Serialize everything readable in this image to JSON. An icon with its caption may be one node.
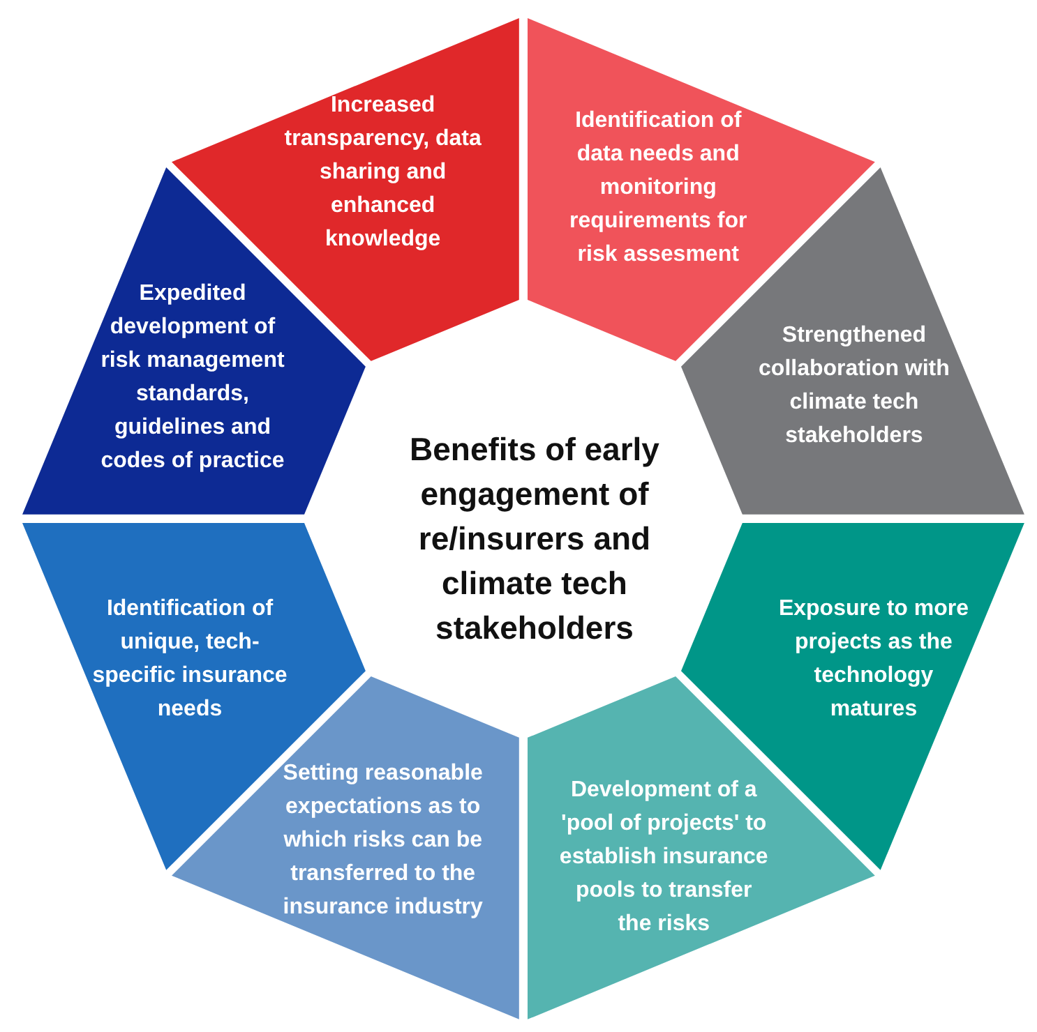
{
  "diagram": {
    "nodes": [
      {
        "text": [
          "Benefits of early engagement of re/insurers and climate tech stakeholders"
        ]
      },
      {
        "text": [
          "Increased transparency, data sharing and enhanced knowledge"
        ]
      },
      {
        "text": [
          "Identification of data needs and monitoring requirements for risk assesment"
        ]
      },
      {
        "text": [
          "Strengthened collaboration with climate tech stakeholders"
        ]
      },
      {
        "text": [
          "Exposure to more projects as the technology matures"
        ]
      },
      {
        "text": [
          "Development of a 'pool of projects' to establish insurance pools to transfer the risks"
        ]
      },
      {
        "text": [
          "Setting reasonable expectations as to which risks can be transferred to the insurance industry"
        ]
      },
      {
        "text": [
          "Identification of unique, tech-specific insurance needs"
        ]
      },
      {
        "text": [
          "Expedited development of risk management standards, guidelines and codes of practice"
        ]
      }
    ]
  }
}
